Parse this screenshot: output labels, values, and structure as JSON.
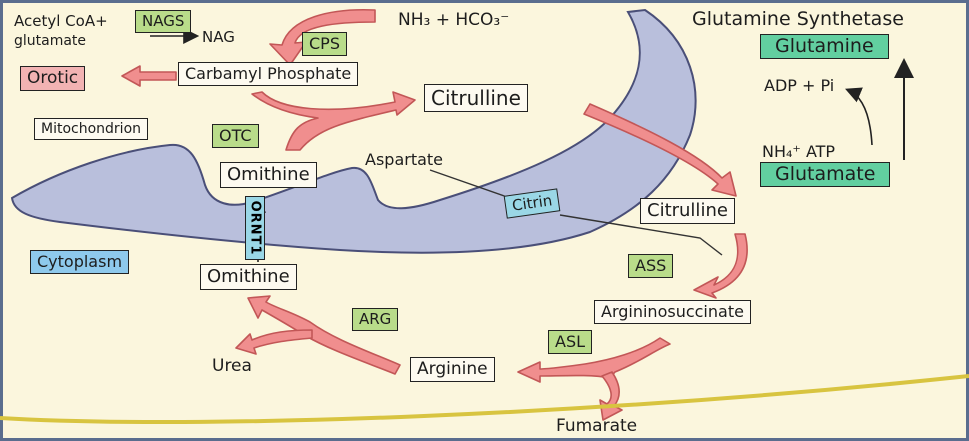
{
  "colors": {
    "membrane": "#b9bfdc",
    "arrow": "#f08e8e",
    "arrow_stroke": "#c25757",
    "label_green": "#b9dc8a",
    "label_teal": "#62cfa0",
    "label_pink": "#f2b3b3",
    "label_blue": "#8ec9ec",
    "bottom_line": "#d8c440"
  },
  "labels": {
    "acetyl_coa": "Acetyl CoA+",
    "glutamate_small": "glutamate",
    "nags": "NAGS",
    "nag": "NAG",
    "ammonia_bicarbonate": "NH₃ + HCO₃⁻",
    "cps": "CPS",
    "carbamyl_phosphate": "Carbamyl Phosphate",
    "orotic": "Orotic",
    "citrulline_mito": "Citrulline",
    "mitochondrion": "Mitochondrion",
    "otc": "OTC",
    "ornithine_mito": "Omithine",
    "aspartate": "Aspartate",
    "citrin": "Citrin",
    "ornt1": "ORNT1",
    "cytoplasm": "Cytoplasm",
    "ornithine_cyto": "Omithine",
    "citrulline_cyto": "Citrulline",
    "ass": "ASS",
    "argininosuccinate": "Argininosuccinate",
    "asl": "ASL",
    "arg": "ARG",
    "arginine": "Arginine",
    "urea": "Urea",
    "fumarate": "Fumarate",
    "glutamine_synthetase": "Glutamine Synthetase",
    "glutamine": "Glutamine",
    "adp_pi": "ADP + Pi",
    "nh4_atp": "NH₄⁺ ATP",
    "glutamate_box": "Glutamate"
  }
}
